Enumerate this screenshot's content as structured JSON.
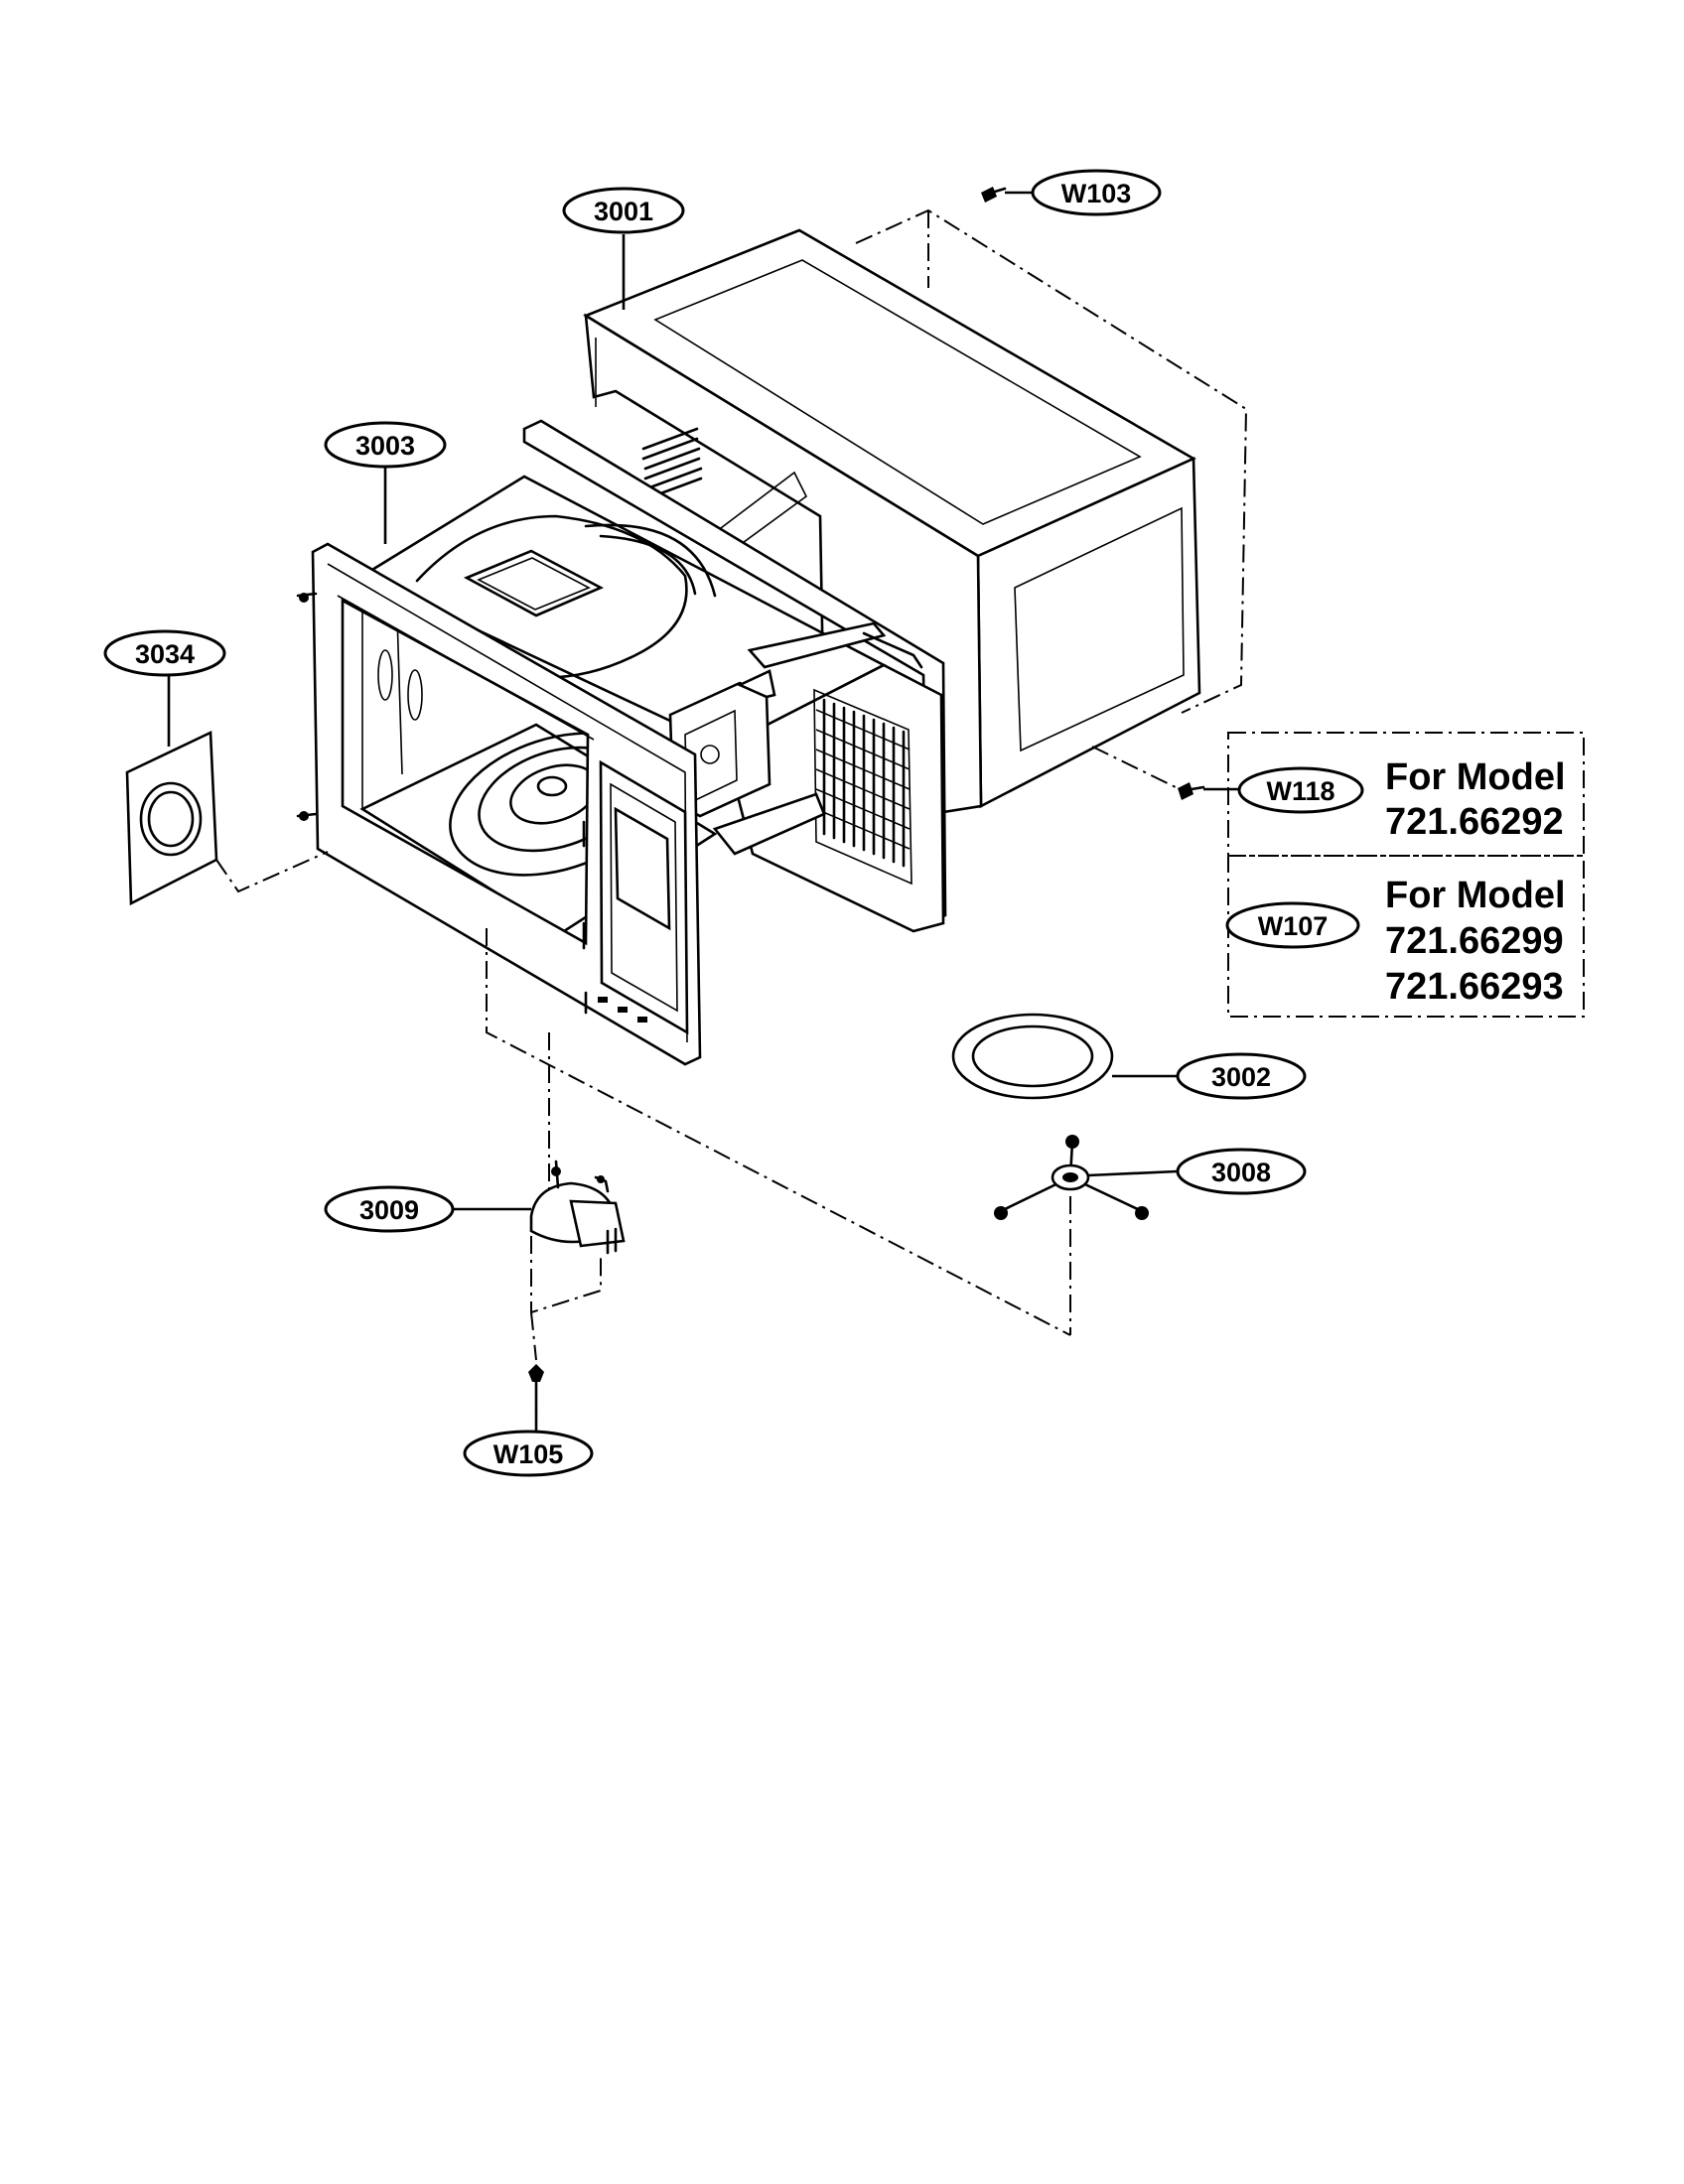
{
  "callouts": {
    "c3001": "3001",
    "c3003": "3003",
    "c3034": "3034",
    "cW103": "W103",
    "cW118": "W118",
    "cW107": "W107",
    "c3002": "3002",
    "c3008": "3008",
    "c3009": "3009",
    "cW105": "W105"
  },
  "model_notes": {
    "w118": {
      "heading": "For Model",
      "model_1": "721.66292"
    },
    "w107": {
      "heading": "For Model",
      "model_1": "721.66299",
      "model_2": "721.66293"
    }
  }
}
